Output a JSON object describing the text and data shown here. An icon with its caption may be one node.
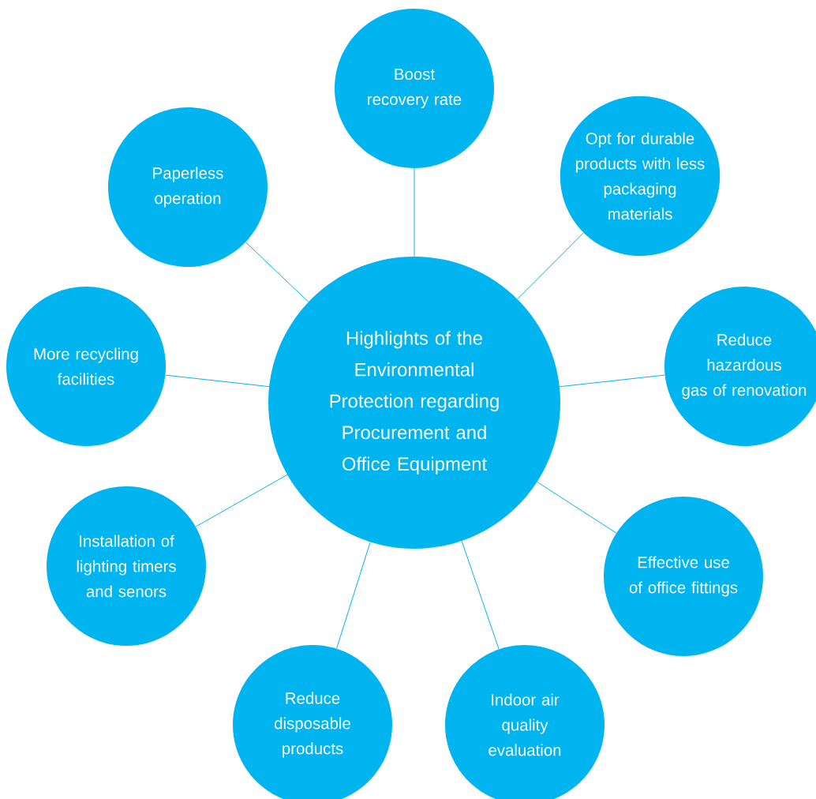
{
  "diagram": {
    "nodes": [
      {
        "text": [
          "Highlights of the Environmental Protection regarding Procurement and Office Equipment"
        ]
      },
      {
        "text": [
          "Boost recovery rate"
        ]
      },
      {
        "text": [
          "Opt for durable products with less packaging materials"
        ]
      },
      {
        "text": [
          "Reduce hazardous gas of renovation"
        ]
      },
      {
        "text": [
          "Effective use of office fittings"
        ]
      },
      {
        "text": [
          "Indoor air quality evaluation"
        ]
      },
      {
        "text": [
          "Reduce disposable products"
        ]
      },
      {
        "text": [
          "Installation of lighting timers and senors"
        ]
      },
      {
        "text": [
          "More recycling facilities"
        ]
      },
      {
        "text": [
          "Paperless operation"
        ]
      }
    ],
    "edges": [
      {
        "from": 0,
        "to": 1,
        "arrow": "none"
      },
      {
        "from": 0,
        "to": 2,
        "arrow": "none"
      },
      {
        "from": 0,
        "to": 3,
        "arrow": "none"
      },
      {
        "from": 0,
        "to": 4,
        "arrow": "none"
      },
      {
        "from": 0,
        "to": 5,
        "arrow": "none"
      },
      {
        "from": 0,
        "to": 6,
        "arrow": "none"
      },
      {
        "from": 0,
        "to": 7,
        "arrow": "none"
      },
      {
        "from": 0,
        "to": 8,
        "arrow": "none"
      },
      {
        "from": 0,
        "to": 9,
        "arrow": "none"
      }
    ]
  }
}
